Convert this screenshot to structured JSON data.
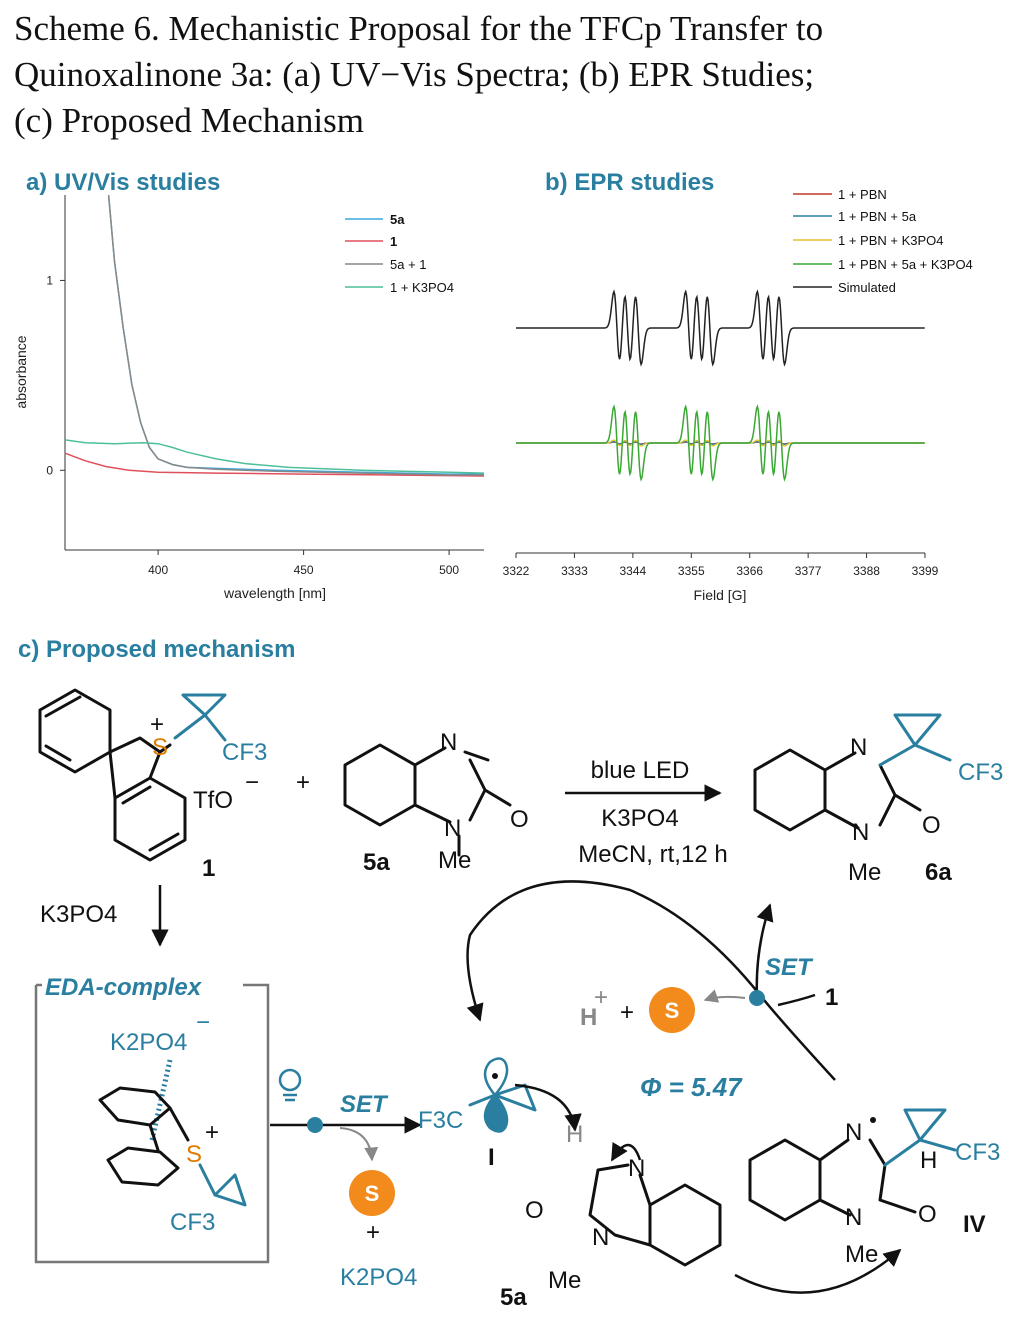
{
  "caption": {
    "line1": "Scheme 6. Mechanistic Proposal for the TFCp Transfer to",
    "line2": "Quinoxalinone 3a: (a) UV−Vis Spectra; (b) EPR Studies;",
    "line3": "(c) Proposed Mechanism"
  },
  "panel_a": {
    "heading": "a) UV/Vis studies",
    "xlabel": "wavelength [nm]",
    "ylabel": "absorbance",
    "legend": [
      "5a",
      "1",
      "5a + 1",
      "1 + K3PO4"
    ]
  },
  "panel_b": {
    "heading": "b) EPR studies",
    "xlabel": "Field [G]",
    "legend": [
      "1 + PBN",
      "1 + PBN + 5a",
      "1 + PBN + K3PO4",
      "1 + PBN + 5a + K3PO4",
      "Simulated"
    ]
  },
  "panel_c": {
    "heading": "c) Proposed mechanism",
    "labels": {
      "cf3": "CF3",
      "tfo": "TfO",
      "plus": "+",
      "one": "1",
      "five_a": "5a",
      "six_a": "6a",
      "me": "Me",
      "n": "N",
      "o": "O",
      "s": "S",
      "h": "H",
      "cond1": "blue LED",
      "cond2": "K3PO4",
      "cond3": "MeCN, rt,12 h",
      "k3po4": "K3PO4",
      "eda": "EDA-complex",
      "k2po4": "K2PO4",
      "set": "SET",
      "f3c": "F3C",
      "rad_I": "I",
      "rad_IV": "IV",
      "phi": "Φ = 5.47",
      "k2po4rad": "K2PO4"
    }
  },
  "chart_data": [
    {
      "type": "line",
      "title": "a) UV/Vis studies",
      "xlabel": "wavelength [nm]",
      "ylabel": "absorbance",
      "xlim": [
        368,
        512
      ],
      "ylim": [
        -0.42,
        1.45
      ],
      "xticks": [
        400,
        450,
        500
      ],
      "yticks": [
        0,
        1
      ],
      "series": [
        {
          "name": "5a",
          "color": "#3aa9dd",
          "x": [
            383,
            385,
            388,
            391,
            394,
            397,
            400,
            405,
            410,
            420,
            440,
            470,
            500,
            512
          ],
          "y": [
            1.45,
            1.1,
            0.75,
            0.45,
            0.25,
            0.12,
            0.06,
            0.03,
            0.015,
            0.01,
            0.0,
            -0.01,
            -0.02,
            -0.02
          ]
        },
        {
          "name": "1",
          "color": "#e0505a",
          "x": [
            368,
            375,
            382,
            390,
            400,
            420,
            450,
            480,
            512
          ],
          "y": [
            0.09,
            0.05,
            0.02,
            0.0,
            -0.01,
            -0.015,
            -0.02,
            -0.025,
            -0.03
          ]
        },
        {
          "name": "5a + 1",
          "color": "#888888",
          "x": [
            383,
            385,
            388,
            391,
            394,
            397,
            400,
            405,
            410,
            420,
            440,
            470,
            500,
            512
          ],
          "y": [
            1.45,
            1.1,
            0.75,
            0.45,
            0.25,
            0.12,
            0.06,
            0.03,
            0.015,
            0.005,
            -0.005,
            -0.015,
            -0.025,
            -0.025
          ]
        },
        {
          "name": "1 + K3PO4",
          "color": "#4dbf9a",
          "x": [
            368,
            375,
            385,
            395,
            400,
            405,
            410,
            420,
            430,
            445,
            470,
            500,
            512
          ],
          "y": [
            0.16,
            0.145,
            0.14,
            0.145,
            0.14,
            0.12,
            0.095,
            0.06,
            0.035,
            0.015,
            0.0,
            -0.01,
            -0.015
          ]
        }
      ]
    },
    {
      "type": "line",
      "title": "b) EPR studies",
      "xlabel": "Field [G]",
      "xlim": [
        3322,
        3399
      ],
      "xticks": [
        3322,
        3333,
        3344,
        3355,
        3366,
        3377,
        3388,
        3399
      ],
      "line_centers": [
        3343,
        3356.5,
        3370
      ],
      "series": [
        {
          "name": "1 + PBN",
          "color": "#c0392b"
        },
        {
          "name": "1 + PBN + 5a",
          "color": "#2a7fa0"
        },
        {
          "name": "1 + PBN + K3PO4",
          "color": "#e8c02f"
        },
        {
          "name": "1 + PBN + 5a + K3PO4",
          "color": "#3aa832"
        },
        {
          "name": "Simulated",
          "color": "#222222"
        }
      ]
    }
  ]
}
